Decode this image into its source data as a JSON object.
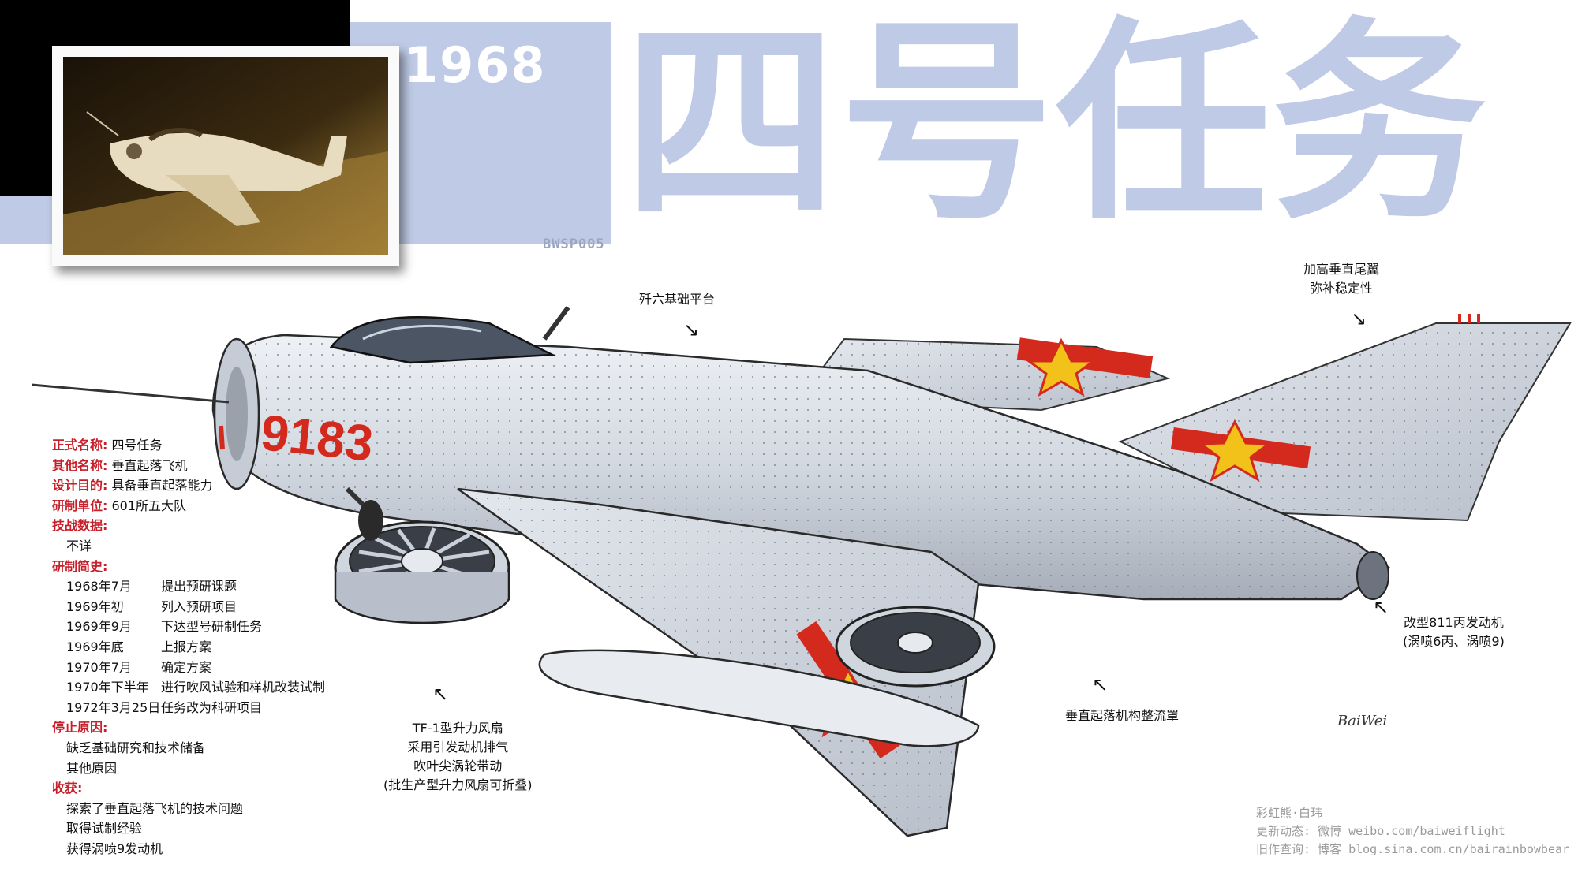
{
  "header": {
    "year": "1968",
    "code": "BWSP005",
    "title": "四号任务"
  },
  "aircraft": {
    "tail_number": "9183",
    "colors": {
      "skin": "#d6dbe2",
      "skin_dark": "#9aa1ab",
      "marking_red": "#d42a1e",
      "marking_yellow": "#f2c21a",
      "band": "#bfcbe6"
    }
  },
  "spec": {
    "official_name_label": "正式名称:",
    "official_name": "四号任务",
    "other_name_label": "其他名称:",
    "other_name": "垂直起落飞机",
    "purpose_label": "设计目的:",
    "purpose": "具备垂直起落能力",
    "developer_label": "研制单位:",
    "developer": "601所五大队",
    "data_label": "技战数据:",
    "data_value": "不详",
    "history_label": "研制简史:",
    "history": [
      {
        "date": "1968年7月",
        "event": "提出预研课题"
      },
      {
        "date": "1969年初",
        "event": "列入预研项目"
      },
      {
        "date": "1969年9月",
        "event": "下达型号研制任务"
      },
      {
        "date": "1969年底",
        "event": "上报方案"
      },
      {
        "date": "1970年7月",
        "event": "确定方案"
      },
      {
        "date": "1970年下半年",
        "event": "进行吹风试验和样机改装试制"
      },
      {
        "date": "1972年3月25日",
        "event": "任务改为科研项目"
      }
    ],
    "stop_label": "停止原因:",
    "stop_reasons": [
      "缺乏基础研究和技术储备",
      "其他原因"
    ],
    "gain_label": "收获:",
    "gains": [
      "探索了垂直起落飞机的技术问题",
      "取得试制经验",
      "获得涡喷9发动机"
    ]
  },
  "callouts": {
    "platform": "歼六基础平台",
    "tail_line1": "加高垂直尾翼",
    "tail_line2": "弥补稳定性",
    "engine_line1": "改型811丙发动机",
    "engine_line2": "(涡喷6丙、涡喷9)",
    "fairing": "垂直起落机构整流罩",
    "fan_line1": "TF-1型升力风扇",
    "fan_line2": "采用引发动机排气",
    "fan_line3": "吹叶尖涡轮带动",
    "fan_line4": "(批生产型升力风扇可折叠)"
  },
  "signature": "BaiWei",
  "credits": {
    "line1": "彩虹熊·白玮",
    "line2": "更新动态: 微博 weibo.com/baiweiflight",
    "line3": "旧作查询: 博客 blog.sina.com.cn/bairainbowbear"
  }
}
